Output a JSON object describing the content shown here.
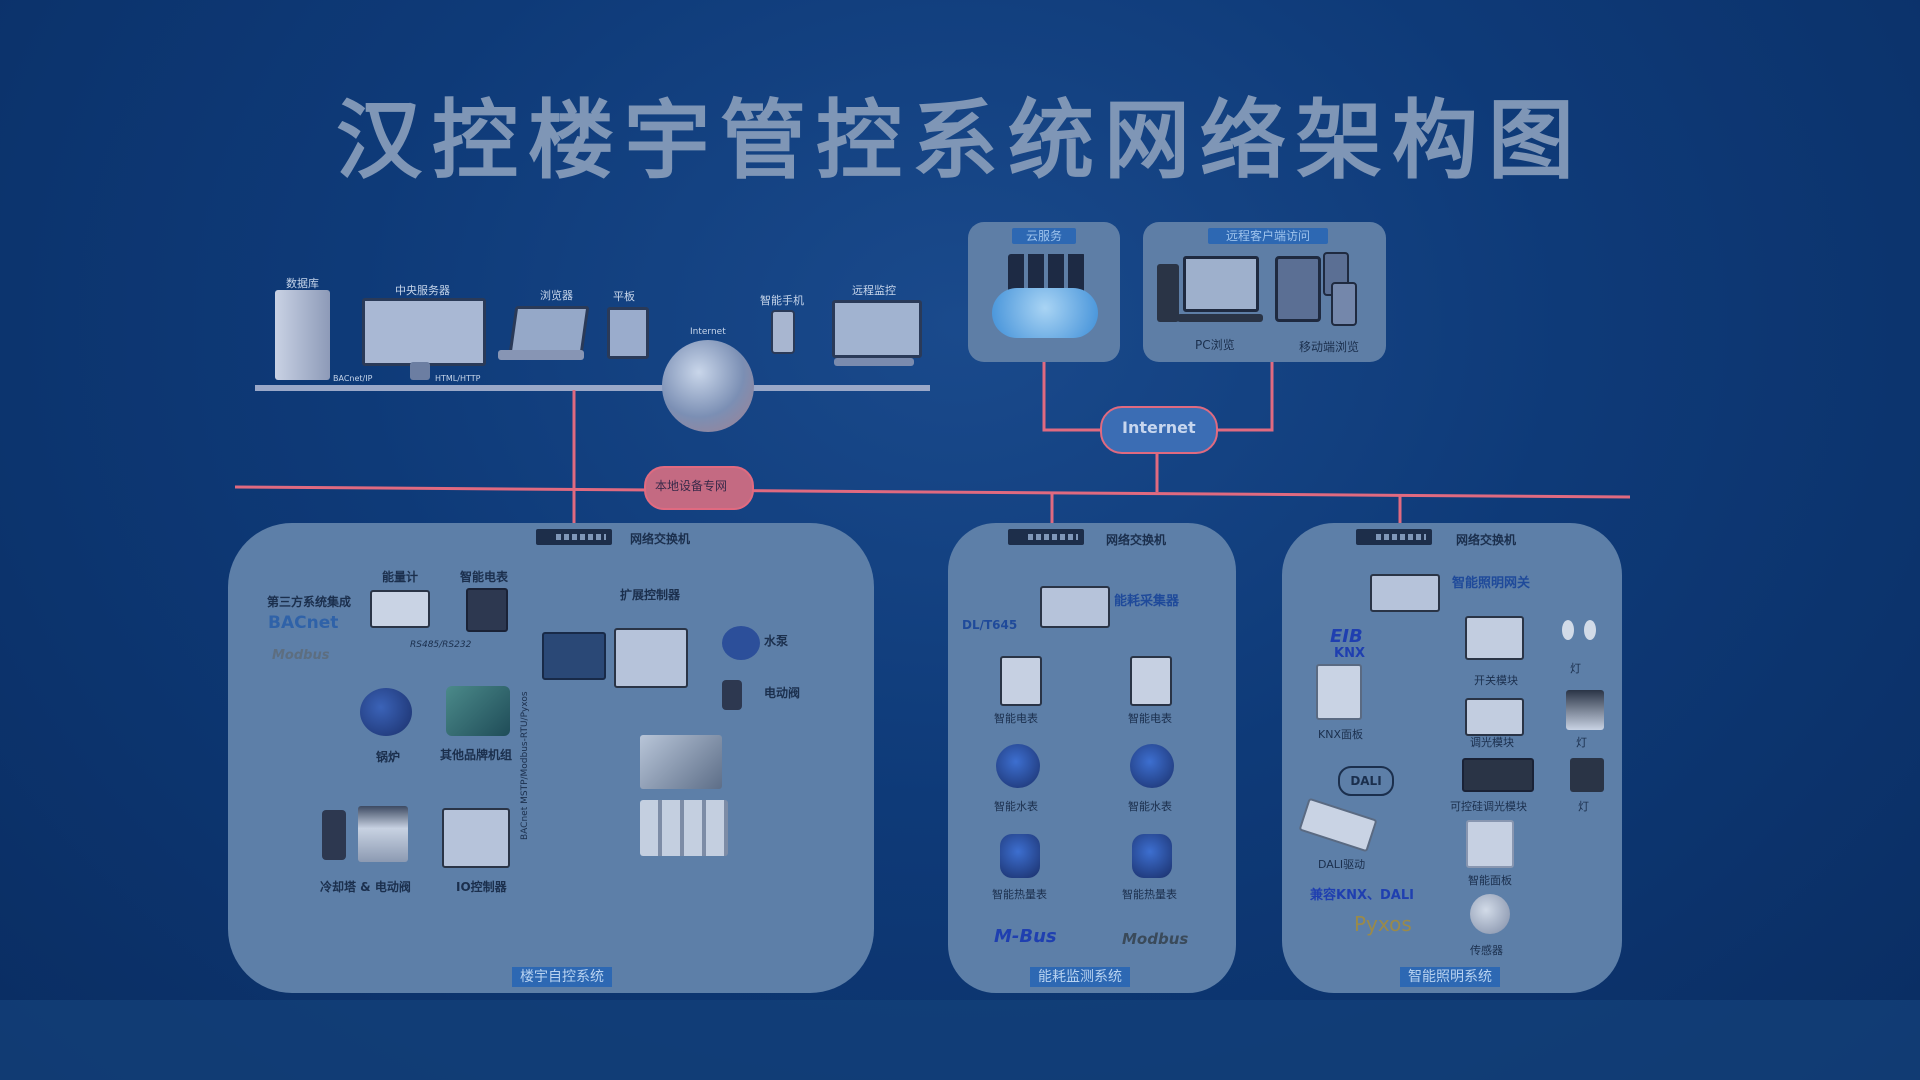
{
  "title": "汉控楼宇管控系统网络架构图",
  "colors": {
    "background": "#0e3a78",
    "panel": "#5d7fa8",
    "red_line": "#e06a80",
    "bus_dark": "#24475a",
    "bus_blue": "#1f3fb0",
    "bus_yellow": "#b9a54a",
    "label_blue": "#2d68b3"
  },
  "top_devices": {
    "database": "数据库",
    "central_server": "中央服务器",
    "browser": "浏览器",
    "tablet": "平板",
    "internet_globe": "Internet",
    "smartphone": "智能手机",
    "remote_monitor": "远程监控",
    "protocol_left": "BACnet/IP",
    "protocol_right": "HTML/HTTP"
  },
  "cloud_service": {
    "label": "云服务"
  },
  "remote_access": {
    "label": "远程客户端访问",
    "pc_label": "PC浏览",
    "mobile_label": "移动端浏览"
  },
  "internet_cloud": "Internet",
  "local_network": "本地设备专网",
  "bas": {
    "switch_label": "网络交换机",
    "third_party": "第三方系统集成",
    "bacnet": "BACnet",
    "modbus": "Modbus",
    "energy_meter": "能量计",
    "smart_meter": "智能电表",
    "serial": "RS485/RS232",
    "expansion_controller": "扩展控制器",
    "pump": "水泵",
    "valve": "电动阀",
    "boiler": "锅炉",
    "other_units": "其他品牌机组",
    "cooling_tower": "冷却塔 & 电动阀",
    "io_controller": "IO控制器",
    "protocols_vertical": "BACnet MSTP/Modbus-RTU/Pyxos",
    "system_label": "楼宇自控系统"
  },
  "energy": {
    "switch_label": "网络交换机",
    "collector": "能耗采集器",
    "dlt": "DL/T645",
    "meter_left": "智能电表",
    "meter_right": "智能电表",
    "water_left": "智能水表",
    "water_right": "智能水表",
    "heat_left": "智能热量表",
    "heat_right": "智能热量表",
    "mbus": "M-Bus",
    "modbus": "Modbus",
    "system_label": "能耗监测系统"
  },
  "lighting": {
    "switch_label": "网络交换机",
    "gateway": "智能照明网关",
    "eib": "EIB",
    "knx": "KNX",
    "knx_panel": "KNX面板",
    "dali": "DALI",
    "dali_driver": "DALI驱动",
    "compat": "兼容KNX、DALI",
    "pyxos": "Pyxos",
    "switch_module": "开关模块",
    "dimmer_module": "调光模块",
    "scr_dimmer": "可控硅调光模块",
    "smart_panel": "智能面板",
    "sensor": "传感器",
    "lamp1": "灯",
    "lamp2": "灯",
    "lamp3": "灯",
    "system_label": "智能照明系统"
  }
}
